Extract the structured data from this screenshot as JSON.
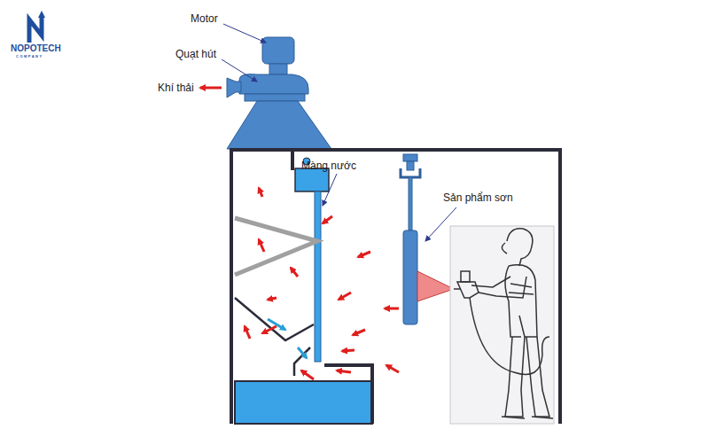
{
  "diagram": {
    "labels": [
      "Motor",
      "Quạt hút",
      "Khí thải",
      "Màng nước",
      "Sản phẩm sơn",
      "NOPOTECH",
      "COMPANY"
    ]
  }
}
